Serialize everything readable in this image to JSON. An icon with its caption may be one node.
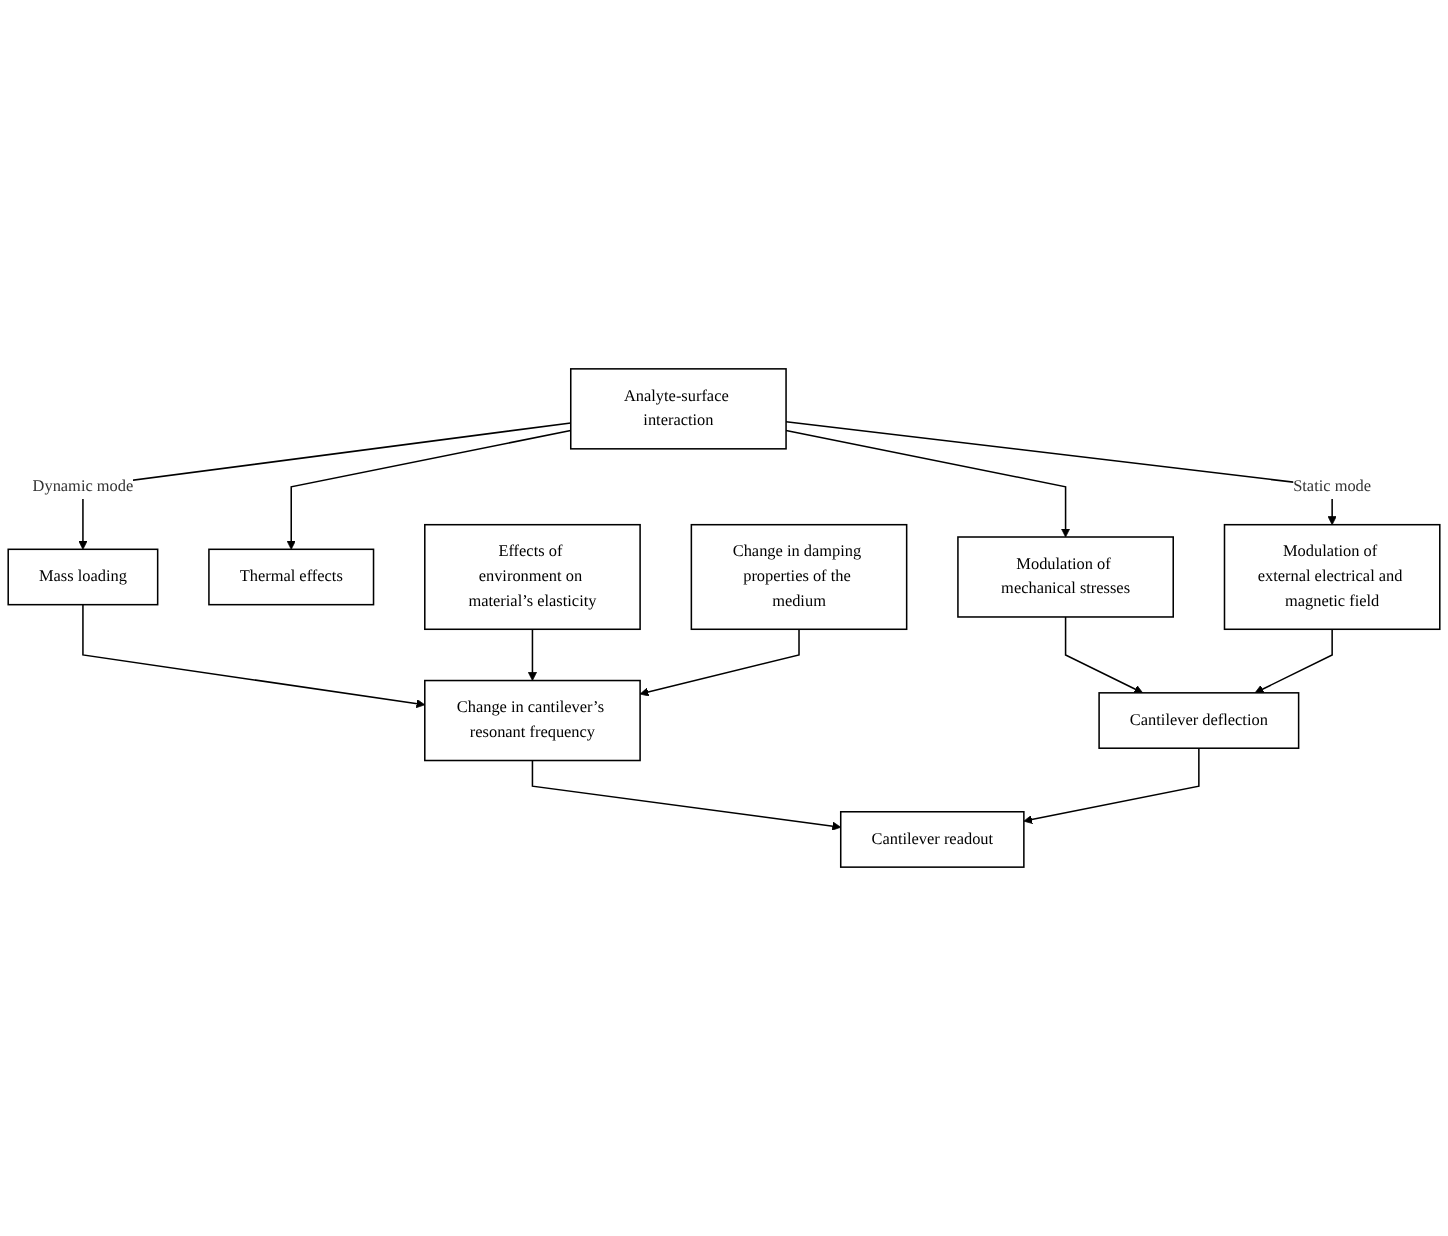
{
  "diagram": {
    "nodes": [
      {
        "text": [
          "Analyte-surface interaction"
        ]
      },
      {
        "text": [
          "Mass loading"
        ]
      },
      {
        "text": [
          "Thermal effects"
        ]
      },
      {
        "text": [
          "Effects of environment on material’s elasticity"
        ]
      },
      {
        "text": [
          "Change in damping properties of the medium"
        ]
      },
      {
        "text": [
          "Modulation of mechanical stresses"
        ]
      },
      {
        "text": [
          "Modulation of external electrical and magnetic field"
        ]
      },
      {
        "text": [
          "Change in cantilever’s resonant frequency"
        ]
      },
      {
        "text": [
          "Cantilever deflection"
        ]
      },
      {
        "text": [
          "Cantilever readout"
        ]
      }
    ],
    "edges": [
      {
        "from": 0,
        "to": 1,
        "arrow": "to",
        "label": "Dynamic mode"
      },
      {
        "from": 0,
        "to": 6,
        "arrow": "to",
        "label": "Static mode"
      },
      {
        "from": 0,
        "to": 2,
        "arrow": "to"
      },
      {
        "from": 0,
        "to": 5,
        "arrow": "to"
      },
      {
        "from": 1,
        "to": 7,
        "arrow": "to"
      },
      {
        "from": 3,
        "to": 7,
        "arrow": "to"
      },
      {
        "from": 4,
        "to": 7,
        "arrow": "to"
      },
      {
        "from": 5,
        "to": 8,
        "arrow": "to"
      },
      {
        "from": 6,
        "to": 8,
        "arrow": "to"
      },
      {
        "from": 7,
        "to": 9,
        "arrow": "to"
      },
      {
        "from": 8,
        "to": 9,
        "arrow": "to"
      }
    ]
  }
}
